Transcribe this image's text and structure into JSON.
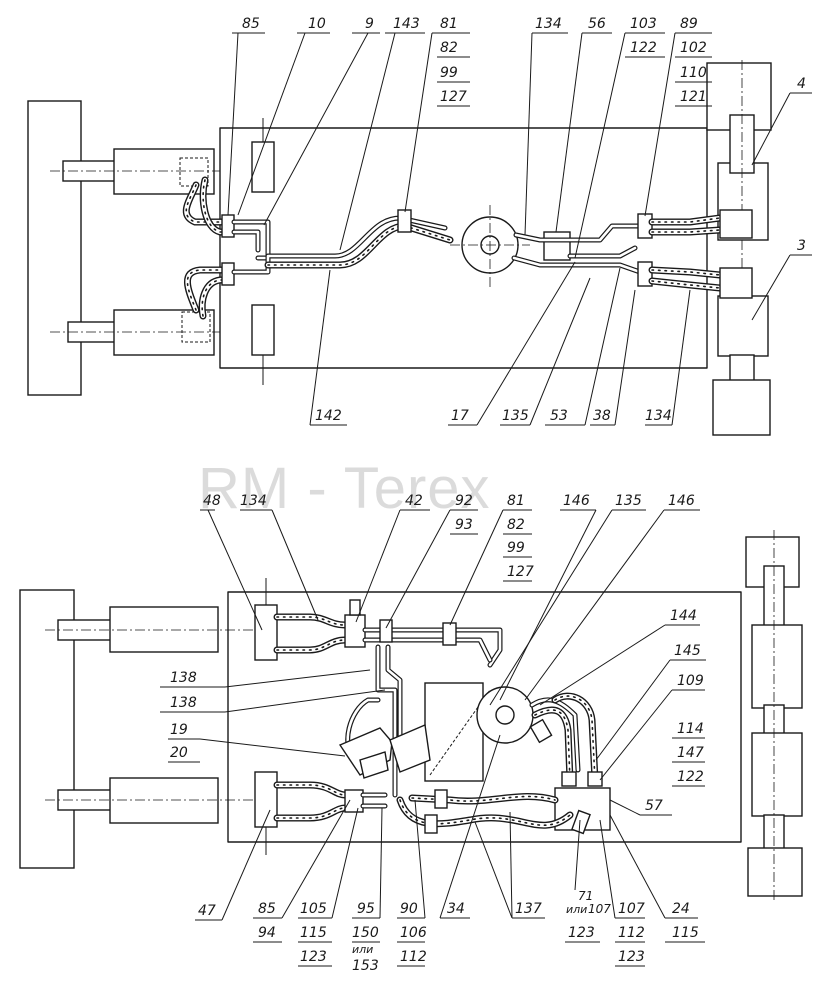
{
  "watermark": "RM - Terex",
  "top_labels": {
    "l85": "85",
    "l10": "10",
    "l9": "9",
    "l143": "143",
    "l81": "81",
    "l82": "82",
    "l99": "99",
    "l127": "127",
    "l134a": "134",
    "l56": "56",
    "l103": "103",
    "l122": "122",
    "l89": "89",
    "l102": "102",
    "l110": "110",
    "l121": "121",
    "l4": "4",
    "l3": "3",
    "l142": "142",
    "l17": "17",
    "l135": "135",
    "l53": "53",
    "l38": "38",
    "l134b": "134"
  },
  "bottom_labels": {
    "l48": "48",
    "l134": "134",
    "l42": "42",
    "l92": "92",
    "l93": "93",
    "l81": "81",
    "l82": "82",
    "l99": "99",
    "l127": "127",
    "l146a": "146",
    "l135": "135",
    "l146b": "146",
    "l138a": "138",
    "l138b": "138",
    "l19": "19",
    "l20": "20",
    "l144": "144",
    "l145": "145",
    "l109": "109",
    "l114": "114",
    "l147": "147",
    "l122": "122",
    "l57": "57",
    "l47": "47",
    "l85": "85",
    "l94": "94",
    "l105": "105",
    "l115a": "115",
    "l123a": "123",
    "l95": "95",
    "l150": "150",
    "l_ili1": "или",
    "l153": "153",
    "l90": "90",
    "l106": "106",
    "l112a": "112",
    "l34": "34",
    "l137": "137",
    "l71": "71",
    "l_ili2": "или",
    "l107a": "107",
    "l123b": "123",
    "l107b": "107",
    "l112b": "112",
    "l123c": "123",
    "l24": "24",
    "l115b": "115"
  }
}
